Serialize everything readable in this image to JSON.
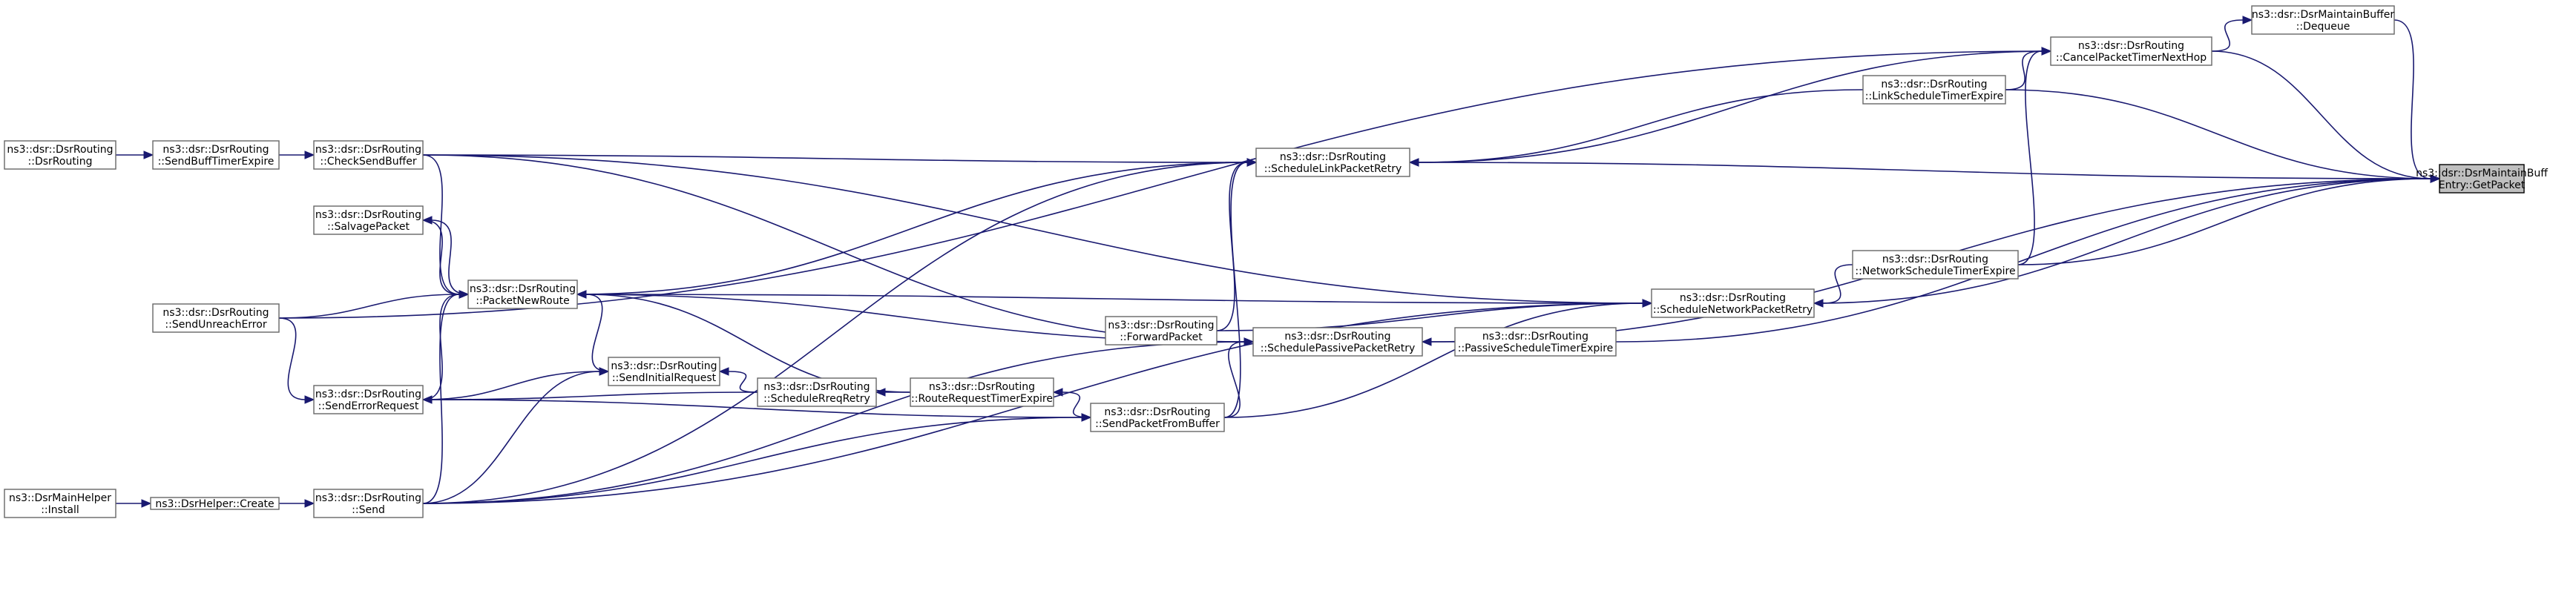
{
  "graph": {
    "type": "call-graph",
    "nodes": [
      {
        "id": "focus",
        "lines": [
          "ns3::dsr::DsrMaintainBuff",
          "Entry::GetPacket"
        ],
        "highlighted": true
      },
      {
        "id": "dequeue",
        "lines": [
          "ns3::dsr::DsrMaintainBuffer",
          "::Dequeue"
        ]
      },
      {
        "id": "cancel",
        "lines": [
          "ns3::dsr::DsrRouting",
          "::CancelPacketTimerNextHop"
        ]
      },
      {
        "id": "linksched",
        "lines": [
          "ns3::dsr::DsrRouting",
          "::LinkScheduleTimerExpire"
        ]
      },
      {
        "id": "schedlink",
        "lines": [
          "ns3::dsr::DsrRouting",
          "::ScheduleLinkPacketRetry"
        ]
      },
      {
        "id": "netsched",
        "lines": [
          "ns3::dsr::DsrRouting",
          "::NetworkScheduleTimerExpire"
        ]
      },
      {
        "id": "schednet",
        "lines": [
          "ns3::dsr::DsrRouting",
          "::ScheduleNetworkPacketRetry"
        ]
      },
      {
        "id": "passsched",
        "lines": [
          "ns3::dsr::DsrRouting",
          "::PassiveScheduleTimerExpire"
        ]
      },
      {
        "id": "schedpass",
        "lines": [
          "ns3::dsr::DsrRouting",
          "::SchedulePassivePacketRetry"
        ]
      },
      {
        "id": "forward",
        "lines": [
          "ns3::dsr::DsrRouting",
          "::ForwardPacket"
        ]
      },
      {
        "id": "sendfrombuf",
        "lines": [
          "ns3::dsr::DsrRouting",
          "::SendPacketFromBuffer"
        ]
      },
      {
        "id": "rreqexpire",
        "lines": [
          "ns3::dsr::DsrRouting",
          "::RouteRequestTimerExpire"
        ]
      },
      {
        "id": "schedreq",
        "lines": [
          "ns3::dsr::DsrRouting",
          "::ScheduleRreqRetry"
        ]
      },
      {
        "id": "sendinit",
        "lines": [
          "ns3::dsr::DsrRouting",
          "::SendInitialRequest"
        ]
      },
      {
        "id": "pktnew",
        "lines": [
          "ns3::dsr::DsrRouting",
          "::PacketNewRoute"
        ]
      },
      {
        "id": "checksend",
        "lines": [
          "ns3::dsr::DsrRouting",
          "::CheckSendBuffer"
        ]
      },
      {
        "id": "salvage",
        "lines": [
          "ns3::dsr::DsrRouting",
          "::SalvagePacket"
        ]
      },
      {
        "id": "senderr",
        "lines": [
          "ns3::dsr::DsrRouting",
          "::SendErrorRequest"
        ]
      },
      {
        "id": "send",
        "lines": [
          "ns3::dsr::DsrRouting",
          "::Send"
        ]
      },
      {
        "id": "sendbufftimer",
        "lines": [
          "ns3::dsr::DsrRouting",
          "::SendBuffTimerExpire"
        ]
      },
      {
        "id": "sendunreach",
        "lines": [
          "ns3::dsr::DsrRouting",
          "::SendUnreachError"
        ]
      },
      {
        "id": "dsrrouting",
        "lines": [
          "ns3::dsr::DsrRouting",
          "::DsrRouting"
        ]
      },
      {
        "id": "helpercreate",
        "lines": [
          "ns3::DsrHelper::Create"
        ]
      },
      {
        "id": "install",
        "lines": [
          "ns3::DsrMainHelper",
          "::Install"
        ]
      }
    ],
    "edges": [
      {
        "from": "dequeue",
        "to": "focus"
      },
      {
        "from": "cancel",
        "to": "focus"
      },
      {
        "from": "linksched",
        "to": "focus"
      },
      {
        "from": "schedlink",
        "to": "focus"
      },
      {
        "from": "netsched",
        "to": "focus"
      },
      {
        "from": "schednet",
        "to": "focus"
      },
      {
        "from": "passsched",
        "to": "focus"
      },
      {
        "from": "schedpass",
        "to": "focus"
      },
      {
        "from": "cancel",
        "to": "dequeue"
      },
      {
        "from": "linksched",
        "to": "cancel"
      },
      {
        "from": "netsched",
        "to": "cancel"
      },
      {
        "from": "sendunreach",
        "to": "cancel"
      },
      {
        "from": "linksched",
        "to": "schedlink"
      },
      {
        "from": "cancel",
        "to": "schedlink"
      },
      {
        "from": "checksend",
        "to": "schedlink"
      },
      {
        "from": "pktnew",
        "to": "schedlink"
      },
      {
        "from": "forward",
        "to": "schedlink"
      },
      {
        "from": "sendfrombuf",
        "to": "schedlink"
      },
      {
        "from": "send",
        "to": "schedlink"
      },
      {
        "from": "netsched",
        "to": "schednet"
      },
      {
        "from": "checksend",
        "to": "schednet"
      },
      {
        "from": "pktnew",
        "to": "schednet"
      },
      {
        "from": "forward",
        "to": "schednet"
      },
      {
        "from": "sendfrombuf",
        "to": "schednet"
      },
      {
        "from": "send",
        "to": "schednet"
      },
      {
        "from": "passsched",
        "to": "schedpass"
      },
      {
        "from": "checksend",
        "to": "schedpass"
      },
      {
        "from": "pktnew",
        "to": "schedpass"
      },
      {
        "from": "sendfrombuf",
        "to": "schedpass"
      },
      {
        "from": "send",
        "to": "schedpass"
      },
      {
        "from": "rreqexpire",
        "to": "schedreq"
      },
      {
        "from": "schedreq",
        "to": "sendinit"
      },
      {
        "from": "schedreq",
        "to": "senderr"
      },
      {
        "from": "rreqexpire",
        "to": "pktnew"
      },
      {
        "from": "sendinit",
        "to": "pktnew"
      },
      {
        "from": "senderr",
        "to": "sendinit"
      },
      {
        "from": "send",
        "to": "sendinit"
      },
      {
        "from": "senderr",
        "to": "sendfrombuf"
      },
      {
        "from": "send",
        "to": "sendfrombuf"
      },
      {
        "from": "sendfrombuf",
        "to": "rreqexpire"
      },
      {
        "from": "checksend",
        "to": "pktnew"
      },
      {
        "from": "salvage",
        "to": "pktnew"
      },
      {
        "from": "sendunreach",
        "to": "pktnew"
      },
      {
        "from": "senderr",
        "to": "pktnew"
      },
      {
        "from": "send",
        "to": "pktnew"
      },
      {
        "from": "pktnew",
        "to": "salvage"
      },
      {
        "from": "sendbufftimer",
        "to": "checksend"
      },
      {
        "from": "dsrrouting",
        "to": "sendbufftimer"
      },
      {
        "from": "sendunreach",
        "to": "senderr"
      },
      {
        "from": "helpercreate",
        "to": "send"
      },
      {
        "from": "install",
        "to": "helpercreate"
      }
    ]
  },
  "colors": {
    "edge": "#191970",
    "node_border": "#666666",
    "highlight_fill": "#bfbfbf"
  }
}
